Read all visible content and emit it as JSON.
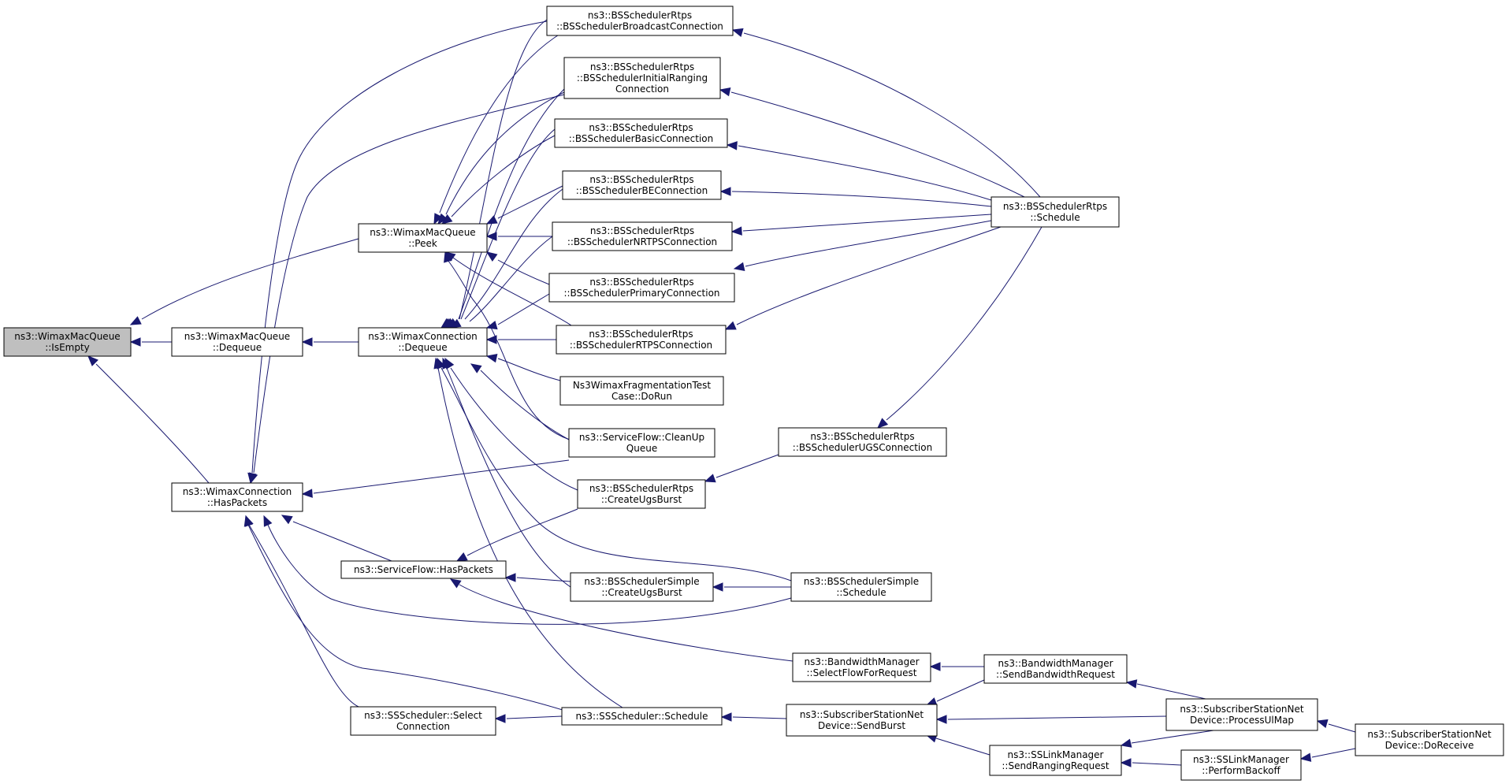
{
  "graph": {
    "edge_color": "#191970",
    "root_fill": "#bfbfbf",
    "node_fill": "#ffffff",
    "nodes": [
      {
        "id": "isempty",
        "lines": [
          "ns3::WimaxMacQueue",
          "::IsEmpty"
        ],
        "root": true
      },
      {
        "id": "macq_dequeue",
        "lines": [
          "ns3::WimaxMacQueue",
          "::Dequeue"
        ]
      },
      {
        "id": "haspackets",
        "lines": [
          "ns3::WimaxConnection",
          "::HasPackets"
        ]
      },
      {
        "id": "peek",
        "lines": [
          "ns3::WimaxMacQueue",
          "::Peek"
        ]
      },
      {
        "id": "conn_dequeue",
        "lines": [
          "ns3::WimaxConnection",
          "::Dequeue"
        ]
      },
      {
        "id": "sf_haspackets",
        "lines": [
          "ns3::ServiceFlow::HasPackets"
        ]
      },
      {
        "id": "ss_select",
        "lines": [
          "ns3::SSScheduler::Select",
          "Connection"
        ]
      },
      {
        "id": "bs_broadcast",
        "lines": [
          "ns3::BSSchedulerRtps",
          "::BSSchedulerBroadcastConnection"
        ]
      },
      {
        "id": "bs_initial",
        "lines": [
          "ns3::BSSchedulerRtps",
          "::BSSchedulerInitialRanging",
          "Connection"
        ]
      },
      {
        "id": "bs_basic",
        "lines": [
          "ns3::BSSchedulerRtps",
          "::BSSchedulerBasicConnection"
        ]
      },
      {
        "id": "bs_be",
        "lines": [
          "ns3::BSSchedulerRtps",
          "::BSSchedulerBEConnection"
        ]
      },
      {
        "id": "bs_nrtps",
        "lines": [
          "ns3::BSSchedulerRtps",
          "::BSSchedulerNRTPSConnection"
        ]
      },
      {
        "id": "bs_primary",
        "lines": [
          "ns3::BSSchedulerRtps",
          "::BSSchedulerPrimaryConnection"
        ]
      },
      {
        "id": "bs_rtps",
        "lines": [
          "ns3::BSSchedulerRtps",
          "::BSSchedulerRTPSConnection"
        ]
      },
      {
        "id": "frag_test",
        "lines": [
          "Ns3WimaxFragmentationTest",
          "Case::DoRun"
        ]
      },
      {
        "id": "sf_cleanup",
        "lines": [
          "ns3::ServiceFlow::CleanUp",
          "Queue"
        ]
      },
      {
        "id": "bs_ugsburst",
        "lines": [
          "ns3::BSSchedulerRtps",
          "::CreateUgsBurst"
        ]
      },
      {
        "id": "simple_ugsburst",
        "lines": [
          "ns3::BSSchedulerSimple",
          "::CreateUgsBurst"
        ]
      },
      {
        "id": "ss_schedule",
        "lines": [
          "ns3::SSScheduler::Schedule"
        ]
      },
      {
        "id": "bs_ugsconn",
        "lines": [
          "ns3::BSSchedulerRtps",
          "::BSSchedulerUGSConnection"
        ]
      },
      {
        "id": "simple_schedule",
        "lines": [
          "ns3::BSSchedulerSimple",
          "::Schedule"
        ]
      },
      {
        "id": "bw_select",
        "lines": [
          "ns3::BandwidthManager",
          "::SelectFlowForRequest"
        ]
      },
      {
        "id": "ss_sendburst",
        "lines": [
          "ns3::SubscriberStationNet",
          "Device::SendBurst"
        ]
      },
      {
        "id": "rtps_schedule",
        "lines": [
          "ns3::BSSchedulerRtps",
          "::Schedule"
        ]
      },
      {
        "id": "bw_sendreq",
        "lines": [
          "ns3::BandwidthManager",
          "::SendBandwidthRequest"
        ]
      },
      {
        "id": "ssl_ranging",
        "lines": [
          "ns3::SSLinkManager",
          "::SendRangingRequest"
        ]
      },
      {
        "id": "ss_ulmap",
        "lines": [
          "ns3::SubscriberStationNet",
          "Device::ProcessUlMap"
        ]
      },
      {
        "id": "ssl_backoff",
        "lines": [
          "ns3::SSLinkManager",
          "::PerformBackoff"
        ]
      },
      {
        "id": "ss_receive",
        "lines": [
          "ns3::SubscriberStationNet",
          "Device::DoReceive"
        ]
      }
    ]
  }
}
